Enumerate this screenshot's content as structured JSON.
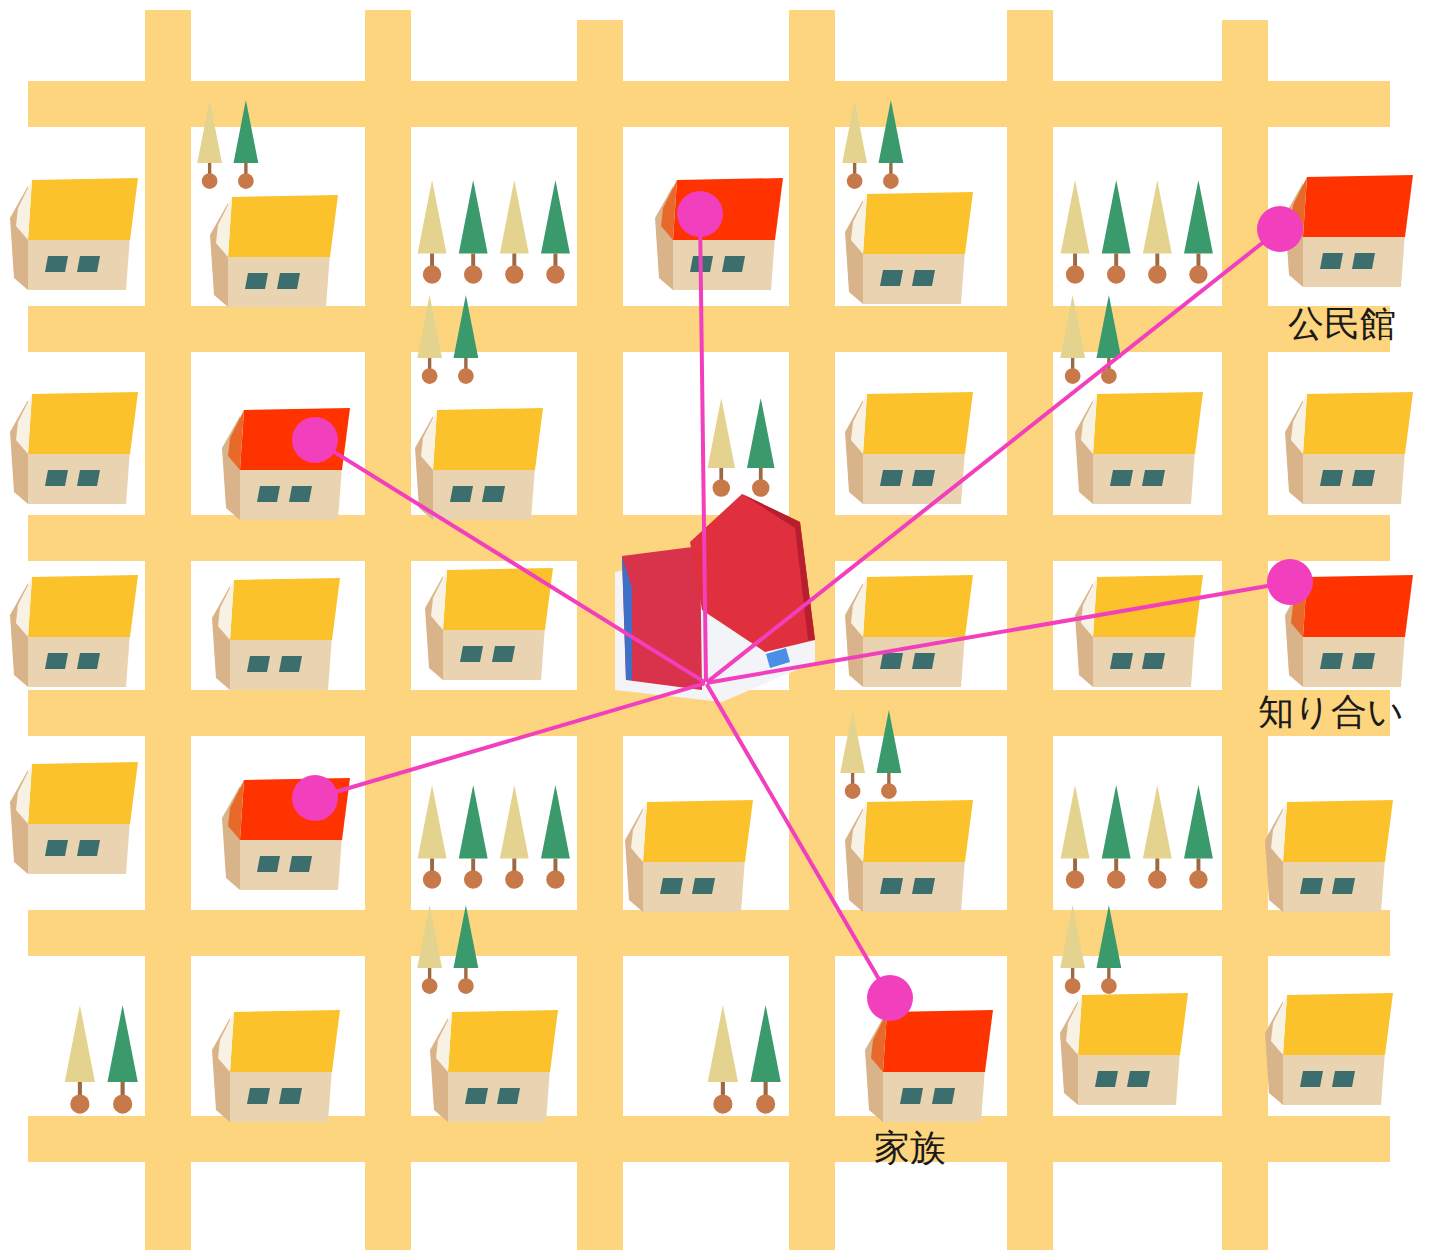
{
  "diagram": {
    "nodes": [
      {
        "text": []
      },
      {
        "text": [
          "公民館"
        ]
      },
      {
        "text": []
      },
      {
        "text": [
          "知り合い"
        ]
      },
      {
        "text": []
      },
      {
        "text": []
      },
      {
        "text": [
          "家族"
        ]
      }
    ],
    "edges": [
      {
        "from": 4,
        "to": 0,
        "arrow": "none"
      },
      {
        "from": 4,
        "to": 1,
        "arrow": "none"
      },
      {
        "from": 4,
        "to": 2,
        "arrow": "none"
      },
      {
        "from": 4,
        "to": 3,
        "arrow": "none"
      },
      {
        "from": 4,
        "to": 5,
        "arrow": "none"
      },
      {
        "from": 4,
        "to": 6,
        "arrow": "none"
      }
    ]
  }
}
